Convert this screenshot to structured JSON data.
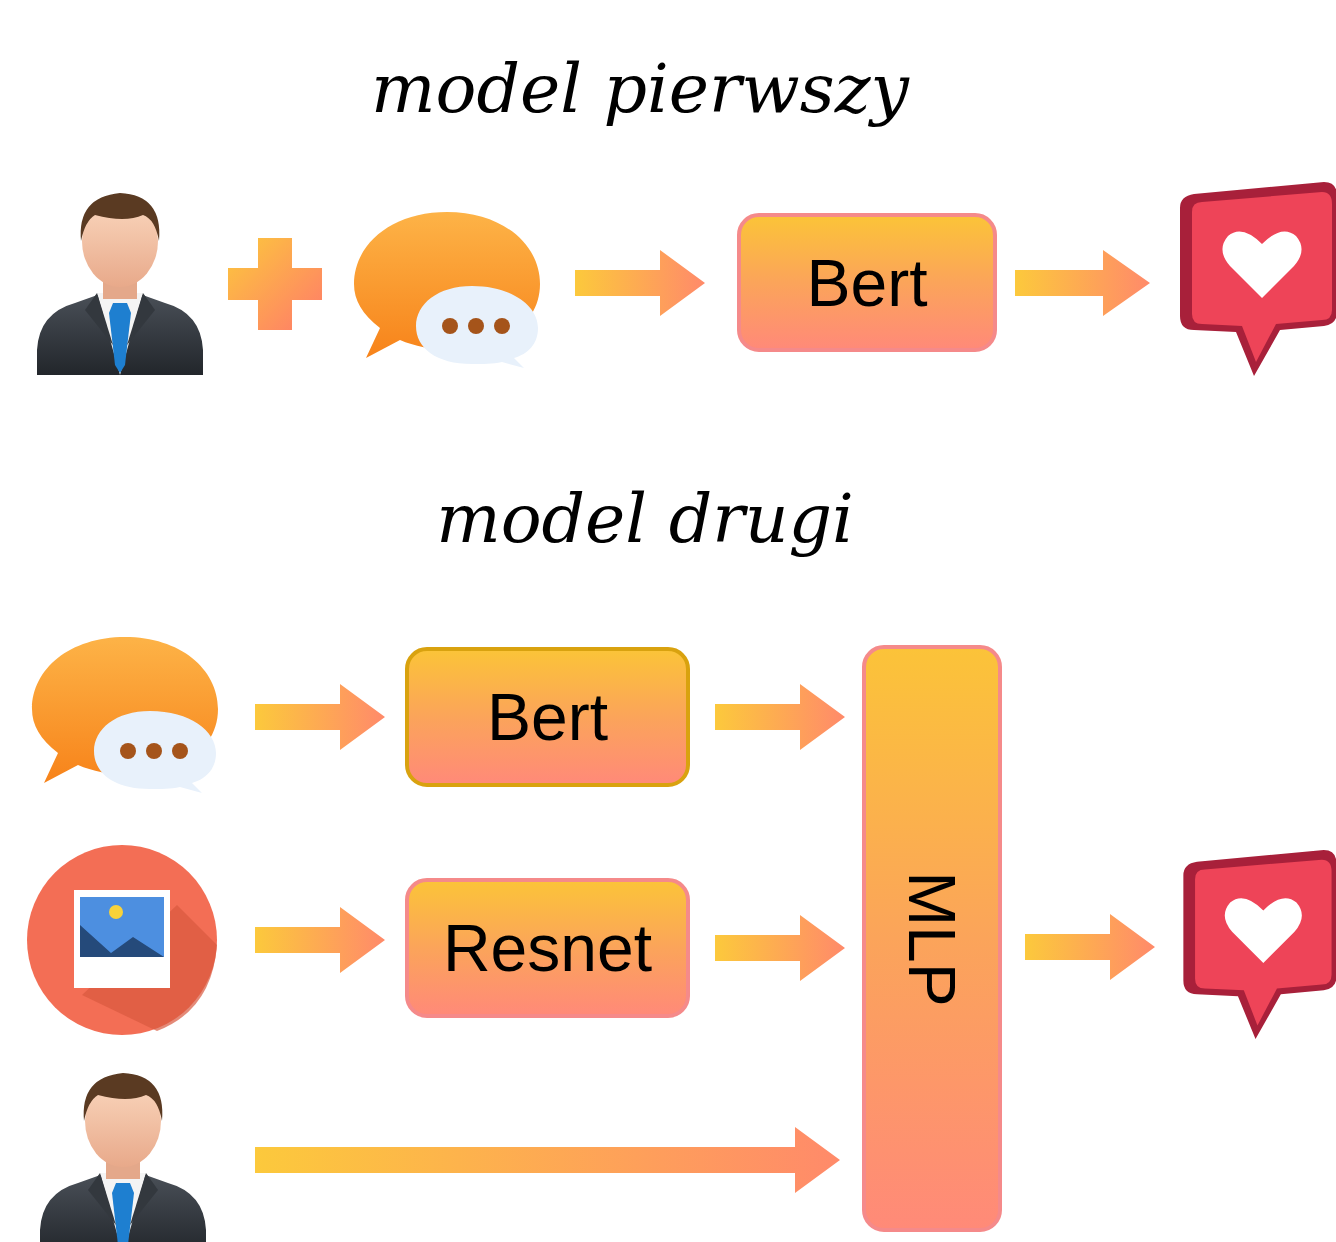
{
  "diagram": {
    "nodes": [
      {
        "text": [
          "Bert"
        ]
      },
      {
        "text": [
          "Bert"
        ]
      },
      {
        "text": [
          "Resnet"
        ]
      },
      {
        "text": [
          "MLP"
        ]
      }
    ],
    "edges": [
      {
        "from": 1,
        "to": 3,
        "arrow": "to"
      },
      {
        "from": 2,
        "to": 3,
        "arrow": "to"
      }
    ],
    "labels": [
      "model pierwszy",
      "model drugi"
    ]
  }
}
